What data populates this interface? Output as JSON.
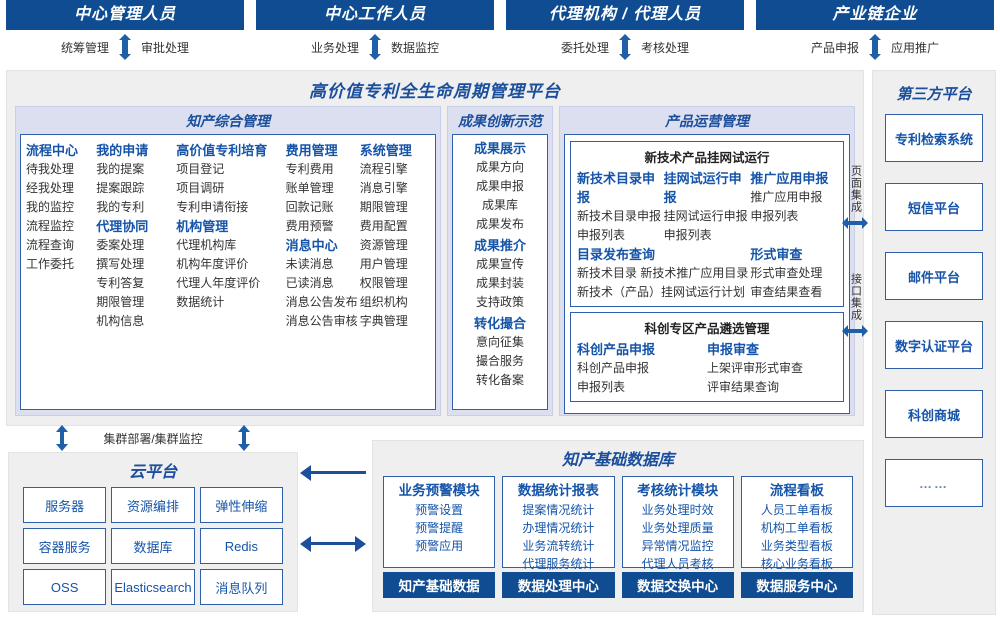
{
  "actors": [
    {
      "title": "中心管理人员",
      "left": "统筹管理",
      "right": "审批处理"
    },
    {
      "title": "中心工作人员",
      "left": "业务处理",
      "right": "数据监控"
    },
    {
      "title": "代理机构 / 代理人员",
      "left": "委托处理",
      "right": "考核处理"
    },
    {
      "title": "产业链企业",
      "left": "产品申报",
      "right": "应用推广"
    }
  ],
  "platform": {
    "title": "高价值专利全生命周期管理平台",
    "groups": {
      "zhichan": {
        "title": "知产综合管理",
        "columns": [
          {
            "blocks": [
              {
                "head": "流程中心",
                "items": [
                  "待我处理",
                  "经我处理",
                  "我的监控",
                  "流程监控",
                  "流程查询",
                  "工作委托"
                ]
              }
            ]
          },
          {
            "blocks": [
              {
                "head": "我的申请",
                "items": [
                  "我的提案",
                  "提案跟踪",
                  "我的专利"
                ]
              },
              {
                "head": "代理协同",
                "items": [
                  "委案处理",
                  "撰写处理",
                  "专利答复",
                  "期限管理",
                  "机构信息"
                ]
              }
            ]
          },
          {
            "blocks": [
              {
                "head": "高价值专利培育",
                "items": [
                  "项目登记",
                  "项目调研",
                  "专利申请衔接"
                ]
              },
              {
                "head": "机构管理",
                "items": [
                  "代理机构库",
                  "机构年度评价",
                  "代理人年度评价",
                  "数据统计"
                ]
              }
            ]
          },
          {
            "blocks": [
              {
                "head": "费用管理",
                "items": [
                  "专利费用",
                  "账单管理",
                  "回款记账",
                  "费用预警"
                ]
              },
              {
                "head": "消息中心",
                "items": [
                  "未读消息",
                  "已读消息",
                  "消息公告发布",
                  "消息公告审核"
                ]
              }
            ]
          },
          {
            "blocks": [
              {
                "head": "系统管理",
                "items": [
                  "流程引擎",
                  "消息引擎",
                  "期限管理",
                  "费用配置",
                  "资源管理",
                  "用户管理",
                  "权限管理",
                  "组织机构",
                  "字典管理"
                ]
              }
            ]
          }
        ]
      },
      "chengguo": {
        "title": "成果创新示范",
        "blocks": [
          {
            "head": "成果展示",
            "items": [
              "成果方向",
              "成果申报",
              "成果库",
              "成果发布"
            ]
          },
          {
            "head": "成果推介",
            "items": [
              "成果宣传",
              "成果封装",
              "支持政策"
            ]
          },
          {
            "head": "转化撮合",
            "items": [
              "意向征集",
              "撮合服务",
              "转化备案"
            ]
          }
        ]
      },
      "chanpin": {
        "title": "产品运营管理",
        "subboxes": [
          {
            "title": "新技术产品挂网试运行",
            "rows": [
              [
                {
                  "head": "新技术目录申报",
                  "items": [
                    "新技术目录申报",
                    "申报列表"
                  ]
                },
                {
                  "head": "挂网试运行申报",
                  "items": [
                    "挂网试运行申报",
                    "申报列表"
                  ]
                },
                {
                  "head": "推广应用申报",
                  "items": [
                    "推广应用申报",
                    "申报列表"
                  ]
                }
              ],
              [
                {
                  "head": "目录发布查询",
                  "items": [
                    "新技术目录    新技术推广应用目录",
                    "新技术（产品）挂网试运行计划"
                  ],
                  "span": 2
                },
                {
                  "head": "形式审查",
                  "items": [
                    "形式审查处理",
                    "审查结果查看"
                  ]
                }
              ]
            ]
          },
          {
            "title": "科创专区产品遴选管理",
            "rows": [
              [
                {
                  "head": "科创产品申报",
                  "items": [
                    "科创产品申报",
                    "申报列表"
                  ]
                },
                {
                  "head": "申报审查",
                  "items": [
                    "上架评审形式审查",
                    "评审结果查询"
                  ]
                }
              ]
            ]
          }
        ]
      }
    }
  },
  "integration": [
    {
      "label": "页面集成",
      "icon": "double-arrow-horizontal-icon"
    },
    {
      "label": "接口集成",
      "icon": "double-arrow-horizontal-icon"
    }
  ],
  "third_party": {
    "title": "第三方平台",
    "items": [
      "专利检索系统",
      "短信平台",
      "邮件平台",
      "数字认证平台",
      "科创商城",
      "……"
    ]
  },
  "cluster": {
    "label": "集群部署/集群监控"
  },
  "cloud": {
    "title": "云平台",
    "cells": [
      "服务器",
      "资源编排",
      "弹性伸缩",
      "容器服务",
      "数据库",
      "Redis",
      "OSS",
      "Elasticsearch",
      "消息队列"
    ]
  },
  "knowledge_db": {
    "title": "知产基础数据库",
    "columns": [
      {
        "head": "业务预警模块",
        "items": [
          "预警设置",
          "预警提醒",
          "预警应用"
        ],
        "footer": "知产基础数据"
      },
      {
        "head": "数据统计报表",
        "items": [
          "提案情况统计",
          "办理情况统计",
          "业务流转统计",
          "代理服务统计"
        ],
        "footer": "数据处理中心"
      },
      {
        "head": "考核统计模块",
        "items": [
          "业务处理时效",
          "业务处理质量",
          "异常情况监控",
          "代理人员考核"
        ],
        "footer": "数据交换中心"
      },
      {
        "head": "流程看板",
        "items": [
          "人员工单看板",
          "机构工单看板",
          "业务类型看板",
          "核心业务看板"
        ],
        "footer": "数据服务中心"
      }
    ]
  },
  "colors": {
    "brand": "#0f4c92",
    "accent": "#1554a8",
    "panel": "#efefef",
    "group": "#dcdff0",
    "border": "#2f5fa8"
  }
}
